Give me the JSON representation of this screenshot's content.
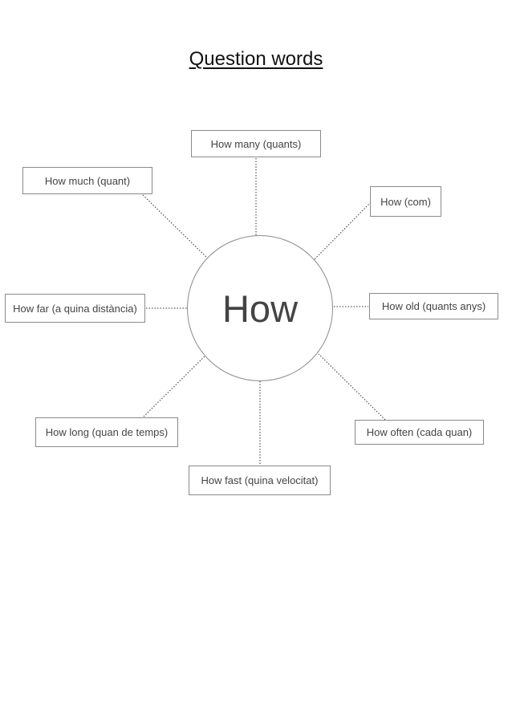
{
  "title": "Question words",
  "center_word": "How",
  "branches": {
    "how_many": "How many (quants)",
    "how_much": "How much (quant)",
    "how_com": "How (com)",
    "how_far": "How far (a quina distància)",
    "how_old": "How old (quants anys)",
    "how_long": "How long (quan de temps)",
    "how_often": "How often (cada quan)",
    "how_fast": "How fast (quina velocitat)"
  },
  "colors": {
    "outline": "#8a8a8a",
    "text": "#444444",
    "connector": "#333333"
  }
}
